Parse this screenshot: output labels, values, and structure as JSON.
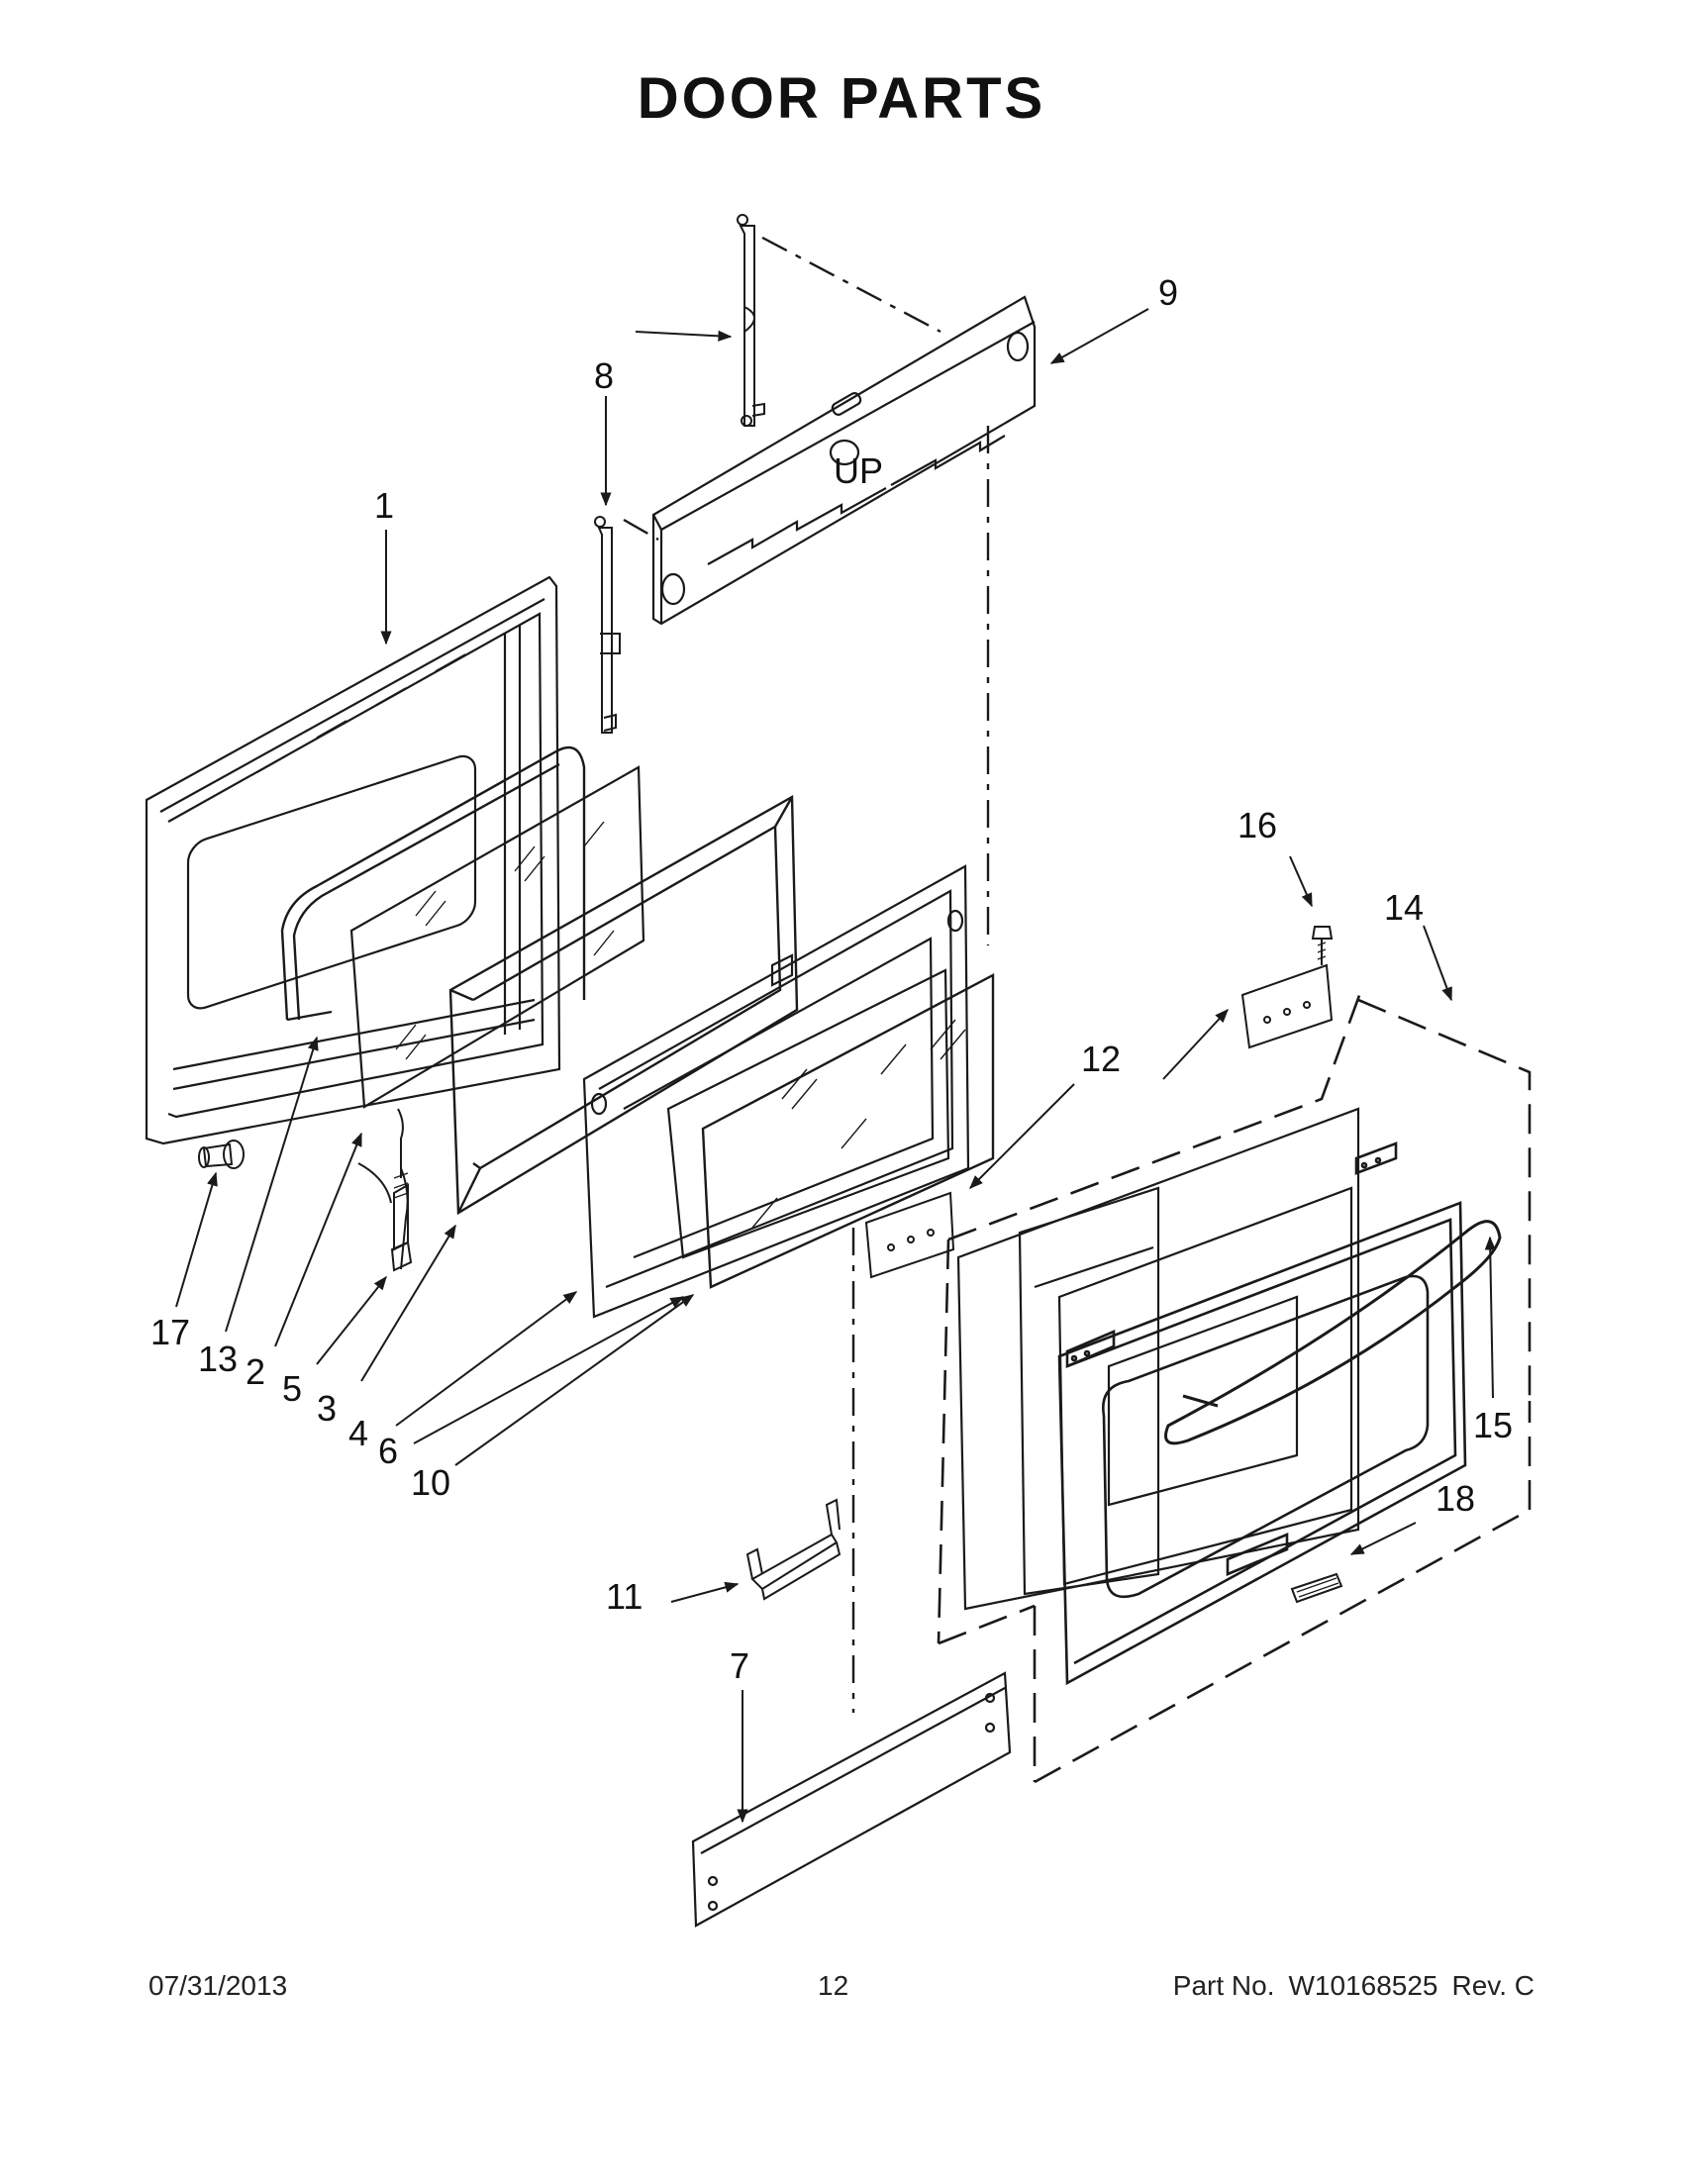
{
  "title": "DOOR PARTS",
  "callouts": {
    "c1": "1",
    "c2": "2",
    "c3": "3",
    "c4": "4",
    "c5": "5",
    "c6": "6",
    "c7": "7",
    "c8": "8",
    "c9": "9",
    "c10": "10",
    "c11": "11",
    "c12": "12",
    "c13": "13",
    "c14": "14",
    "c15": "15",
    "c16": "16",
    "c17": "17",
    "c18": "18"
  },
  "panel_label": "UP",
  "footer": {
    "date": "07/31/2013",
    "page": "12",
    "part_label": "Part No.",
    "part_number": "W10168525",
    "revision": "Rev. C"
  }
}
